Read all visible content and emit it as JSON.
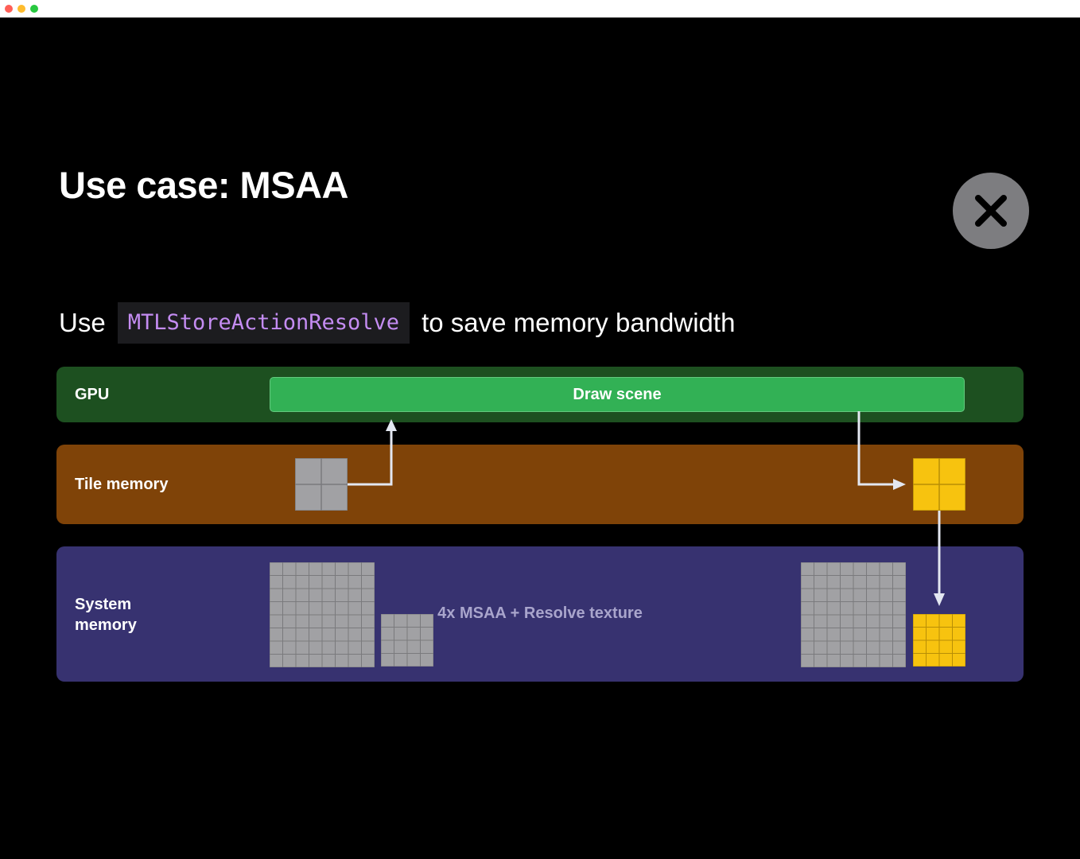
{
  "window": {
    "buttons": [
      "close",
      "minimize",
      "zoom"
    ]
  },
  "slide": {
    "title": "Use case: MSAA",
    "subtitle_prefix": "Use",
    "code": "MTLStoreActionResolve",
    "subtitle_suffix": "to save memory bandwidth",
    "close_icon": "close-icon"
  },
  "diagram": {
    "gpu_label": "GPU",
    "draw_scene_label": "Draw scene",
    "tile_memory_label": "Tile memory",
    "system_memory_label": "System memory",
    "msaa_label": "4x MSAA + Resolve texture"
  },
  "colors": {
    "gpu_band": "#1d5020",
    "draw_bar": "#32b155",
    "tile_band": "#7f4308",
    "system_band": "#373270",
    "code_text": "#c48cf2",
    "grid_gray": "#a1a1a4",
    "grid_yellow": "#f7c30f"
  }
}
